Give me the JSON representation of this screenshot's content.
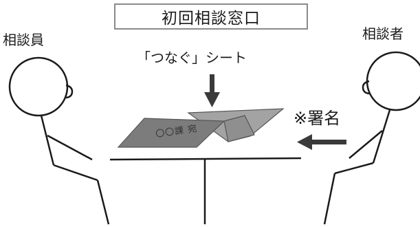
{
  "title": "初回相談窓口",
  "staff_label": "相談員",
  "client_label": "相談者",
  "sheet_label": "「つなぐ」シート",
  "sign_label": "※署名",
  "sheet_text": "〇〇課 宛",
  "colors": {
    "line": "#1a1a1a",
    "sheet_fill": "#7c7c7c",
    "sheet_back": "#a3a3a3",
    "arrow": "#3a3a3a",
    "box_border": "#8a8a8a"
  }
}
